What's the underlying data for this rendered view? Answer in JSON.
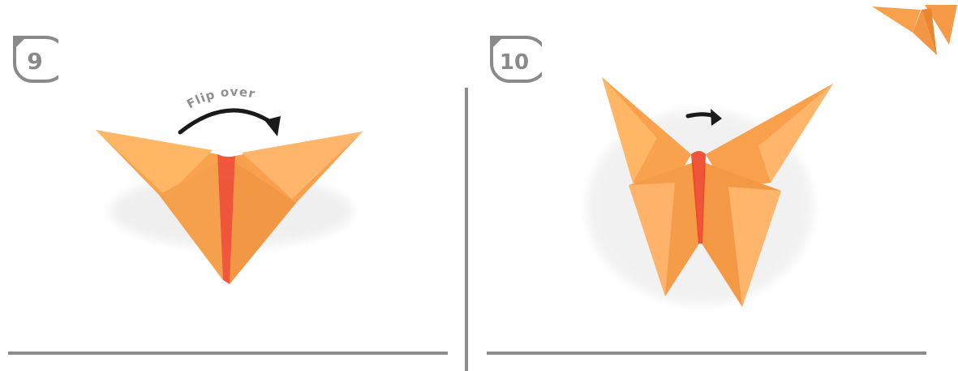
{
  "steps": [
    {
      "number": "9",
      "annotation": "Flip over"
    },
    {
      "number": "10",
      "annotation": ""
    }
  ],
  "colors": {
    "paper_light": "#ffb766",
    "paper_mid": "#f9a24e",
    "paper_dark": "#e9872f",
    "paper_red": "#ee3a1a",
    "badge_gray": "#8a8a8a",
    "rule_gray": "#8c8c8c",
    "arrow": "#1a1a1a"
  },
  "icons": [
    "curved-flip-arrow-icon",
    "right-arrow-icon"
  ]
}
